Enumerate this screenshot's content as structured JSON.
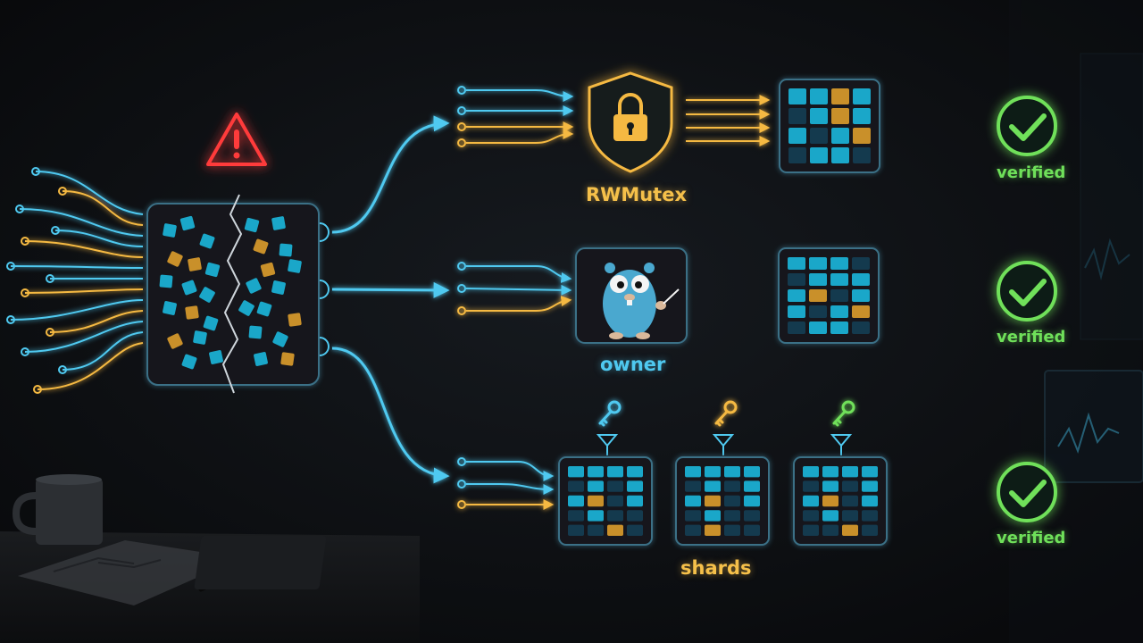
{
  "colors": {
    "background": "#0b0d10",
    "blue": "#4fc9f0",
    "gold": "#f5b942",
    "green": "#6fe05a",
    "red": "#ff3b3b",
    "cell_teal": "#1aa7c9",
    "cell_dark": "#143a4e",
    "cell_gold": "#c9902a"
  },
  "icons": {
    "warning": "warning-icon",
    "lock": "lock-icon",
    "mascot": "gopher-icon",
    "key": "key-icon",
    "check": "check-icon"
  },
  "nodes": {
    "shared_map": {
      "state": "fractured",
      "warning": true
    },
    "rwmutex": {
      "label": "RWMutex",
      "accent": "#f5b942"
    },
    "owner": {
      "label": "owner",
      "accent": "#4fc9f0"
    },
    "shards": {
      "label": "shards",
      "shard_count": 3,
      "key_colors": [
        "#4fc9f0",
        "#f5b942",
        "#6fe05a"
      ]
    }
  },
  "results": {
    "rwmutex": "verified",
    "owner": "verified",
    "shards": "verified"
  }
}
